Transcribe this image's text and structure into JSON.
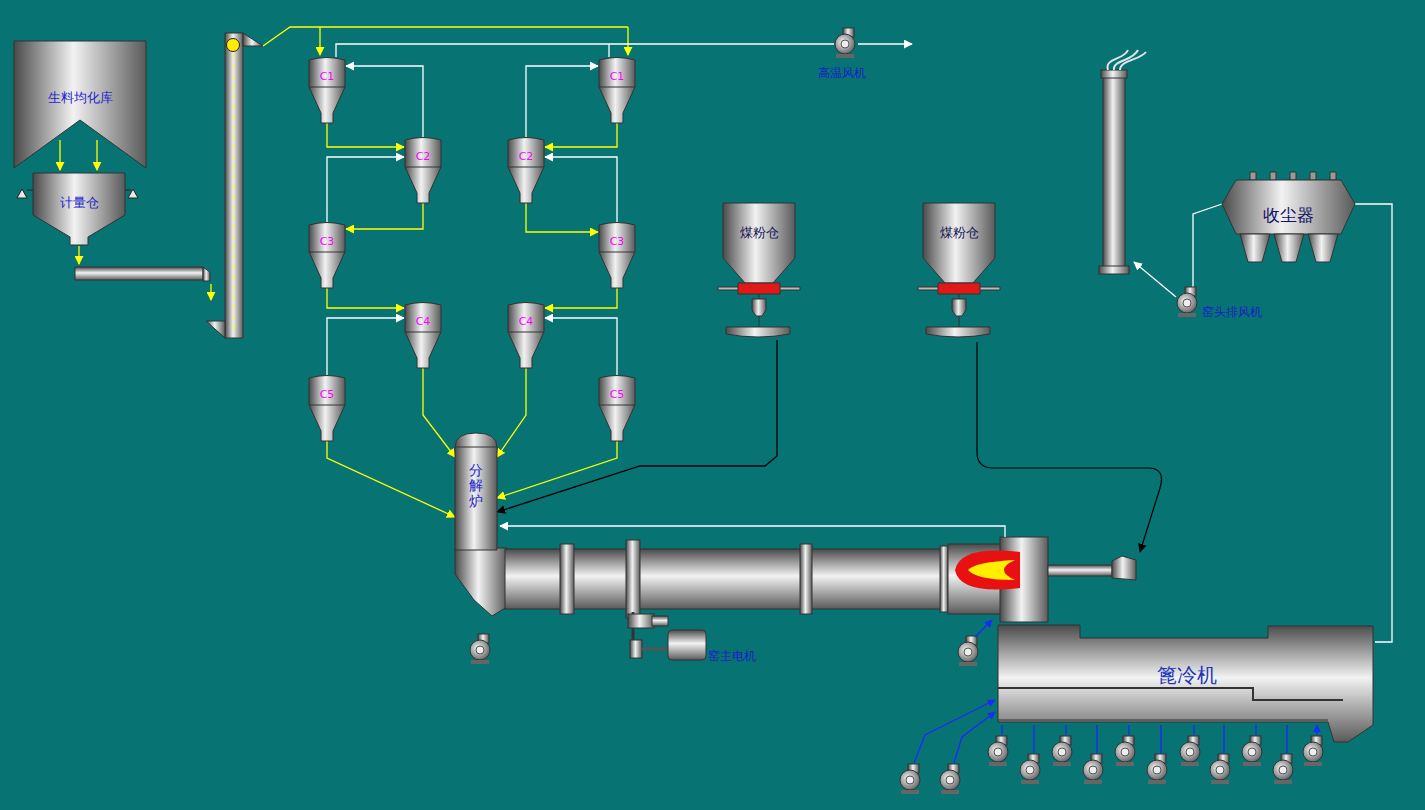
{
  "diagram": {
    "nodes": [
      {
        "text": [
          "生料均化库"
        ]
      },
      {
        "text": [
          "计量仓"
        ]
      },
      {
        "text": [
          "C1"
        ]
      },
      {
        "text": [
          "C2"
        ]
      },
      {
        "text": [
          "C3"
        ]
      },
      {
        "text": [
          "C4"
        ]
      },
      {
        "text": [
          "C5"
        ]
      },
      {
        "text": [
          "C1"
        ]
      },
      {
        "text": [
          "C2"
        ]
      },
      {
        "text": [
          "C3"
        ]
      },
      {
        "text": [
          "C4"
        ]
      },
      {
        "text": [
          "C5"
        ]
      },
      {
        "text": [
          "分解炉"
        ]
      },
      {
        "text": [
          "煤粉仓"
        ]
      },
      {
        "text": [
          "煤粉仓"
        ]
      },
      {
        "text": [
          "收尘器"
        ]
      },
      {
        "text": [
          "篦冷机"
        ]
      }
    ],
    "edges": [
      {
        "from": 2,
        "to": 3,
        "arrow": "to"
      },
      {
        "from": 3,
        "to": 4,
        "arrow": "to"
      },
      {
        "from": 4,
        "to": 5,
        "arrow": "to"
      },
      {
        "from": 5,
        "to": 12,
        "arrow": "to"
      },
      {
        "from": 6,
        "to": 12,
        "arrow": "to"
      },
      {
        "from": 7,
        "to": 8,
        "arrow": "to"
      },
      {
        "from": 8,
        "to": 9,
        "arrow": "to"
      },
      {
        "from": 9,
        "to": 10,
        "arrow": "to"
      },
      {
        "from": 10,
        "to": 12,
        "arrow": "to"
      },
      {
        "from": 11,
        "to": 12,
        "arrow": "to"
      },
      {
        "from": 3,
        "to": 2,
        "arrow": "to"
      },
      {
        "from": 4,
        "to": 3,
        "arrow": "to"
      },
      {
        "from": 6,
        "to": 5,
        "arrow": "to"
      },
      {
        "from": 8,
        "to": 7,
        "arrow": "to"
      },
      {
        "from": 9,
        "to": 8,
        "arrow": "to"
      },
      {
        "from": 11,
        "to": 10,
        "arrow": "to"
      },
      {
        "from": 13,
        "to": 12,
        "arrow": "to"
      },
      {
        "from": 16,
        "to": 15,
        "arrow": "none"
      }
    ],
    "labels": [
      "高温风机",
      "窑主电机",
      "窑头排风机"
    ]
  }
}
